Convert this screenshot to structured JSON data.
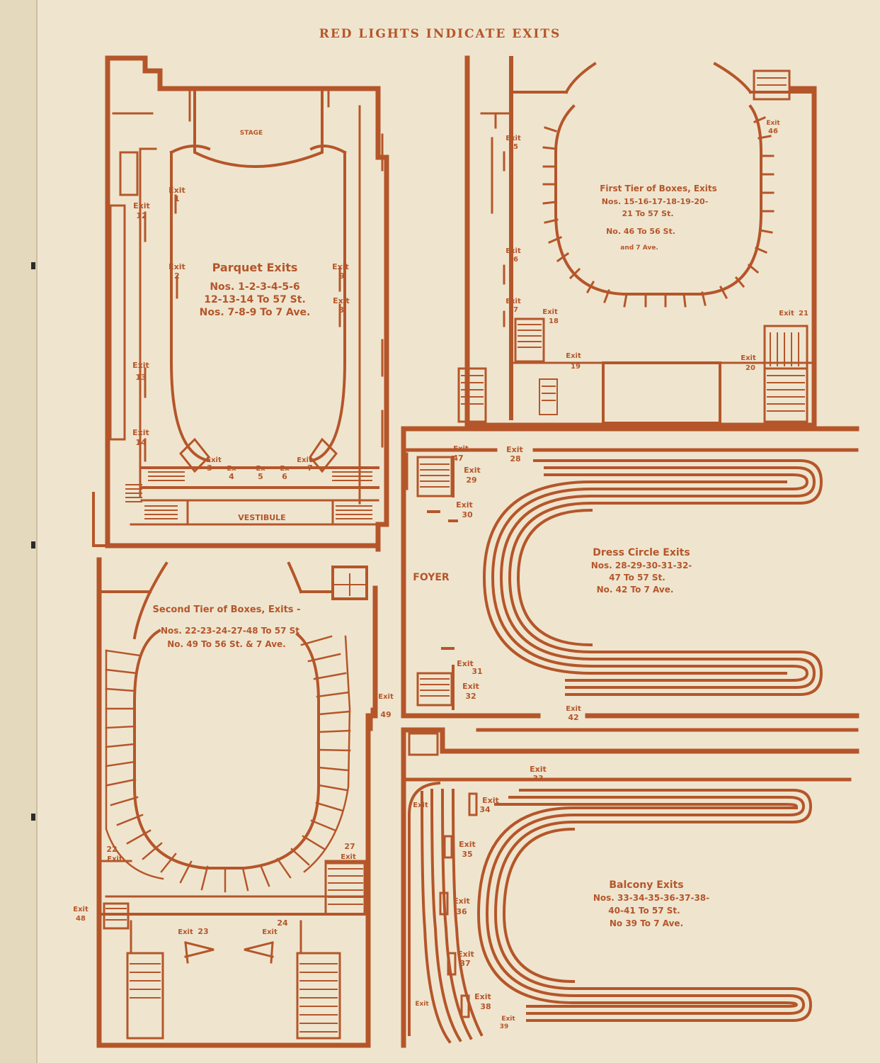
{
  "header": {
    "title": "RED LIGHTS INDICATE EXITS"
  },
  "colors": {
    "ink": "#b5562a",
    "paper": "#efe5cf",
    "gutter": "#e4d8bd"
  },
  "parquet": {
    "stage_label": "STAGE",
    "vestibule_label": "VESTIBULE",
    "title": "Parquet Exits",
    "lines": [
      "Nos. 1-2-3-4-5-6",
      "12-13-14 To 57 St.",
      "Nos. 7-8-9 To 7 Ave."
    ],
    "exits": [
      {
        "label": "Exit",
        "num": "1"
      },
      {
        "label": "Exit",
        "num": "2"
      },
      {
        "label": "Exit",
        "num": "3"
      },
      {
        "label": "Ex",
        "num": "4"
      },
      {
        "label": "Ex",
        "num": "5"
      },
      {
        "label": "Ex",
        "num": "6"
      },
      {
        "label": "Exit",
        "num": "7"
      },
      {
        "label": "Exit",
        "num": "8"
      },
      {
        "label": "Exit",
        "num": "9"
      },
      {
        "label": "Exit",
        "num": "12"
      },
      {
        "label": "Exit",
        "num": "13"
      },
      {
        "label": "Exit",
        "num": "14"
      }
    ]
  },
  "first_tier": {
    "title": "First Tier of Boxes, Exits",
    "lines": [
      "Nos. 15-16-17-18-19-20-",
      "21 To 57 St.",
      "No. 46 To 56 St.",
      "and 7 Ave."
    ],
    "exits": [
      {
        "label": "Exit",
        "num": "15"
      },
      {
        "label": "Exit",
        "num": "16"
      },
      {
        "label": "Exit",
        "num": "17"
      },
      {
        "label": "Exit",
        "num": "18"
      },
      {
        "label": "Exit",
        "num": "19"
      },
      {
        "label": "Exit",
        "num": "20"
      },
      {
        "label": "Exit",
        "num": "21"
      },
      {
        "label": "Exit",
        "num": "46"
      }
    ]
  },
  "second_tier": {
    "title": "Second Tier of Boxes, Exits -",
    "lines": [
      "Nos. 22-23-24-27-48 To 57 St",
      "No. 49 To 56 St. & 7 Ave."
    ],
    "exits": [
      {
        "label": "Exit",
        "num": "22"
      },
      {
        "label": "Exit",
        "num": "23"
      },
      {
        "label": "Exit",
        "num": "24"
      },
      {
        "label": "Exit",
        "num": "27"
      },
      {
        "label": "Exit",
        "num": "48"
      },
      {
        "label": "Exit",
        "num": "49"
      }
    ]
  },
  "dress_circle": {
    "foyer_label": "FOYER",
    "title": "Dress Circle Exits",
    "lines": [
      "Nos. 28-29-30-31-32-",
      "47 To 57 St.",
      "No. 42 To 7 Ave."
    ],
    "exits": [
      {
        "label": "Exit",
        "num": "47"
      },
      {
        "label": "Exit",
        "num": "28"
      },
      {
        "label": "Exit",
        "num": "29"
      },
      {
        "label": "Exit",
        "num": "30"
      },
      {
        "label": "Exit",
        "num": "31"
      },
      {
        "label": "Exit",
        "num": "32"
      },
      {
        "label": "Exit",
        "num": "42"
      }
    ]
  },
  "balcony": {
    "title": "Balcony Exits",
    "lines": [
      "Nos. 33-34-35-36-37-38-",
      "40-41 To 57 St.",
      "No 39 To 7 Ave."
    ],
    "exits": [
      {
        "label": "Exit",
        "num": "33"
      },
      {
        "label": "Exit",
        "num": "34"
      },
      {
        "label": "Exit",
        "num": "35"
      },
      {
        "label": "Exit",
        "num": "36"
      },
      {
        "label": "Exit",
        "num": "37"
      },
      {
        "label": "Exit",
        "num": "38"
      },
      {
        "label": "Exit",
        "num": "39"
      },
      {
        "label": "Exit",
        "num": ""
      },
      {
        "label": "Exit",
        "num": ""
      }
    ]
  }
}
